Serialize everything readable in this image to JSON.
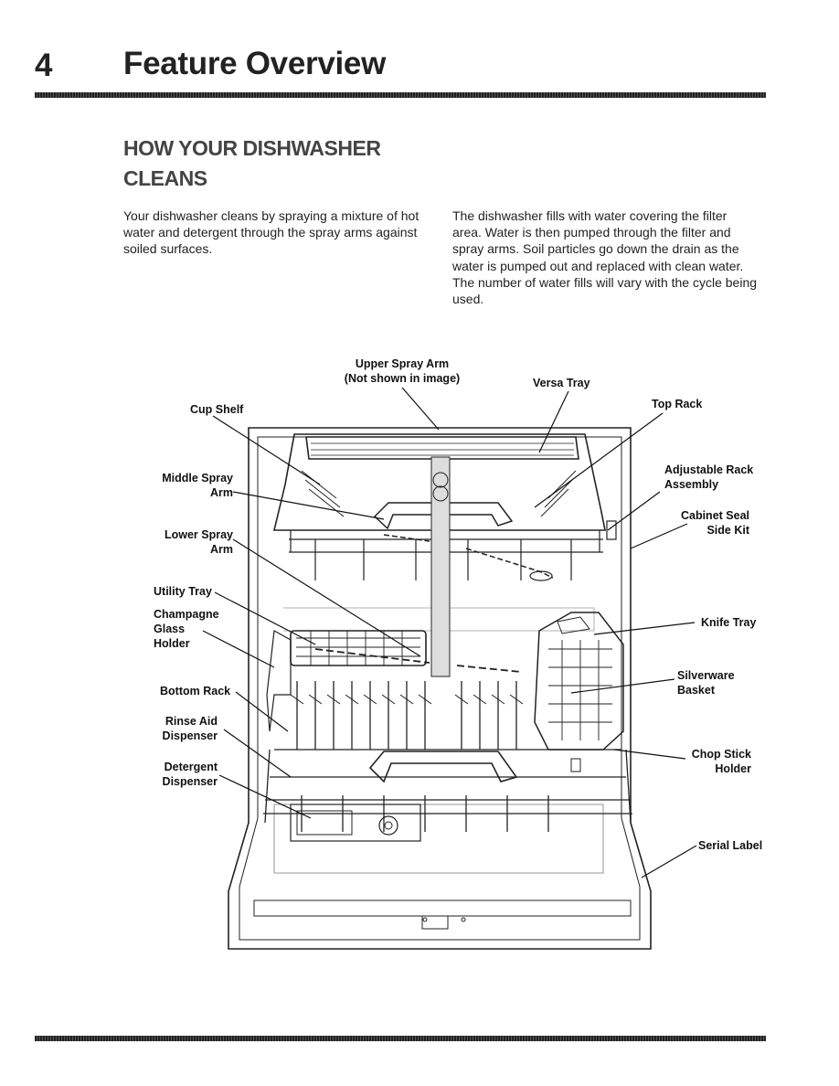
{
  "header": {
    "page_number": "4",
    "title": "Feature Overview"
  },
  "section": {
    "heading_line1": "HOW YOUR DISHWASHER",
    "heading_line2": "CLEANS",
    "para_left": "Your dishwasher cleans by spraying a mixture of hot water and detergent through the spray arms against soiled surfaces.",
    "para_right": "The dishwasher fills with water covering the filter area. Water is then pumped through the filter and spray arms. Soil particles go down the drain as the water is pumped out and replaced with clean water. The number of water fills will vary with the cycle being used."
  },
  "callouts": {
    "upper_spray_arm": "Upper Spray Arm\n(Not shown in image)",
    "versa_tray": "Versa Tray",
    "top_rack": "Top Rack",
    "cup_shelf": "Cup Shelf",
    "middle_spray_arm": "Middle Spray\nArm",
    "adjustable_rack": "Adjustable Rack\nAssembly",
    "cabinet_seal": "Cabinet Seal\nSide Kit",
    "lower_spray_arm": "Lower Spray\nArm",
    "utility_tray": "Utility Tray",
    "champagne_holder": "Champagne\nGlass\nHolder",
    "knife_tray": "Knife Tray",
    "bottom_rack": "Bottom Rack",
    "silverware_basket": "Silverware\nBasket",
    "rinse_aid": "Rinse Aid\nDispenser",
    "chop_stick": "Chop Stick\nHolder",
    "detergent": "Detergent\nDispenser",
    "serial_label": "Serial Label"
  }
}
